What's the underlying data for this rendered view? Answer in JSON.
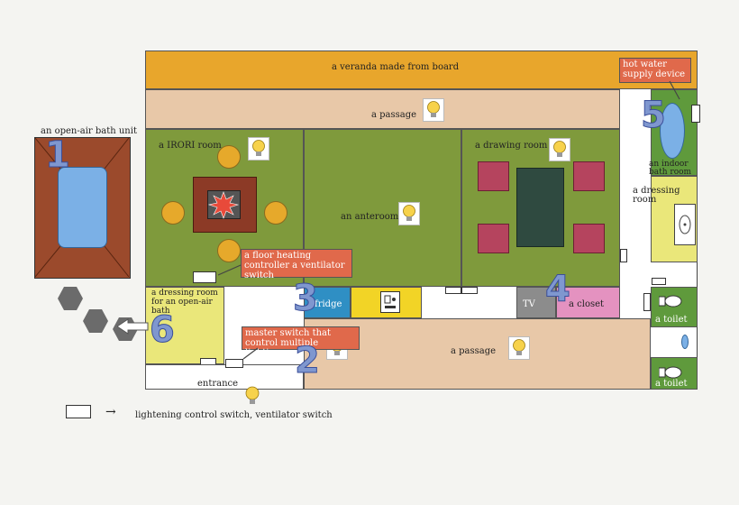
{
  "labels": {
    "veranda": "a veranda made from board",
    "passage_top": "a passage",
    "irori": "a IRORI room",
    "anteroom": "an anteroom",
    "drawing": "a drawing room",
    "hot_water": "hot water supply device",
    "indoor_bath": "an  indoor bath room",
    "dressing": "a dressing room",
    "open_air_bath": "an open-air bath unit",
    "floor_heating": "a floor heating controller a ventilator switch",
    "dressing_open_air": "a dressing room for an open-air bath",
    "fridge": "fridge",
    "tv": "TV",
    "closet": "a closet",
    "toilet_1": "a toilet",
    "toilet_2": "a toilet",
    "master_switch": "master switch that control multiple lighting",
    "passage_bottom": "a passage",
    "entrance": "entrance",
    "legend_text": "lightening control switch, ventilator switch",
    "legend_arrow": "→"
  },
  "numbers": [
    "1",
    "2",
    "3",
    "4",
    "5",
    "6"
  ],
  "colors": {
    "veranda": "#e8a62c",
    "passage": "#e8c8a8",
    "room_green": "#7f9a3c",
    "dressing_yellow": "#eae77a",
    "fridge_blue": "#2f8fc4",
    "appliance_yellow": "#f2d426",
    "tv_grey": "#8c8c8c",
    "closet_pink": "#e492c0",
    "toilet_green": "#5f9a3c",
    "bath_blue": "#7bb0e6",
    "wood_brown": "#9b4a2c",
    "note_red": "#e0694b"
  }
}
